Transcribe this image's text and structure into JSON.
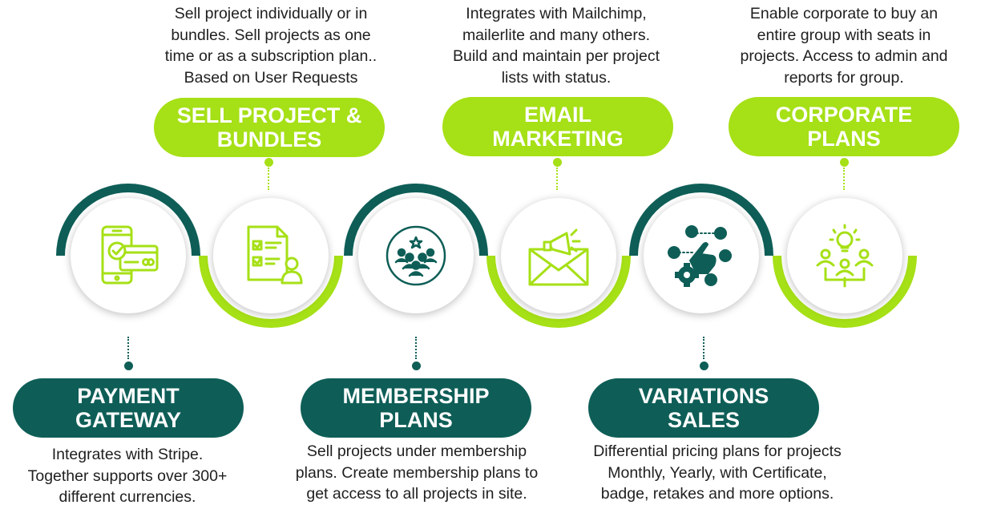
{
  "features": {
    "sell_project": {
      "title_lines": [
        "SELL PROJECT &",
        "BUNDLES"
      ],
      "desc_lines": [
        "Sell project individually or in",
        "bundles. Sell projects as one",
        "time or as a subscription plan..",
        "Based on User Requests"
      ]
    },
    "email_marketing": {
      "title_lines": [
        "EMAIL",
        "MARKETING"
      ],
      "desc_lines": [
        "Integrates with Mailchimp,",
        "mailerlite and many others.",
        "Build and maintain per project",
        "lists with status."
      ]
    },
    "corporate_plans": {
      "title_lines": [
        "CORPORATE",
        "PLANS"
      ],
      "desc_lines": [
        "Enable corporate to buy an",
        "entire group with seats in",
        "projects. Access to admin and",
        "reports for group."
      ]
    },
    "payment_gateway": {
      "title_lines": [
        "PAYMENT",
        "GATEWAY"
      ],
      "desc_lines": [
        "Integrates with Stripe.",
        "Together supports over 300+",
        "different currencies."
      ]
    },
    "membership_plans": {
      "title_lines": [
        "MEMBERSHIP",
        "PLANS"
      ],
      "desc_lines": [
        "Sell projects under membership",
        "plans. Create membership plans to",
        "get access to all projects in site."
      ]
    },
    "variations_sales": {
      "title_lines": [
        "VARIATIONS",
        "SALES"
      ],
      "desc_lines": [
        "Differential pricing plans for projects",
        "Monthly, Yearly, with Certificate,",
        "badge, retakes and more options."
      ]
    }
  },
  "icons": [
    "payment-card-phone-icon",
    "document-checklist-user-icon",
    "team-group-icon",
    "email-megaphone-icon",
    "network-hand-gear-icon",
    "idea-team-hierarchy-icon"
  ],
  "colors": {
    "lime": "#a6e016",
    "teal": "#0e5e57",
    "text": "#1f1f1f"
  }
}
